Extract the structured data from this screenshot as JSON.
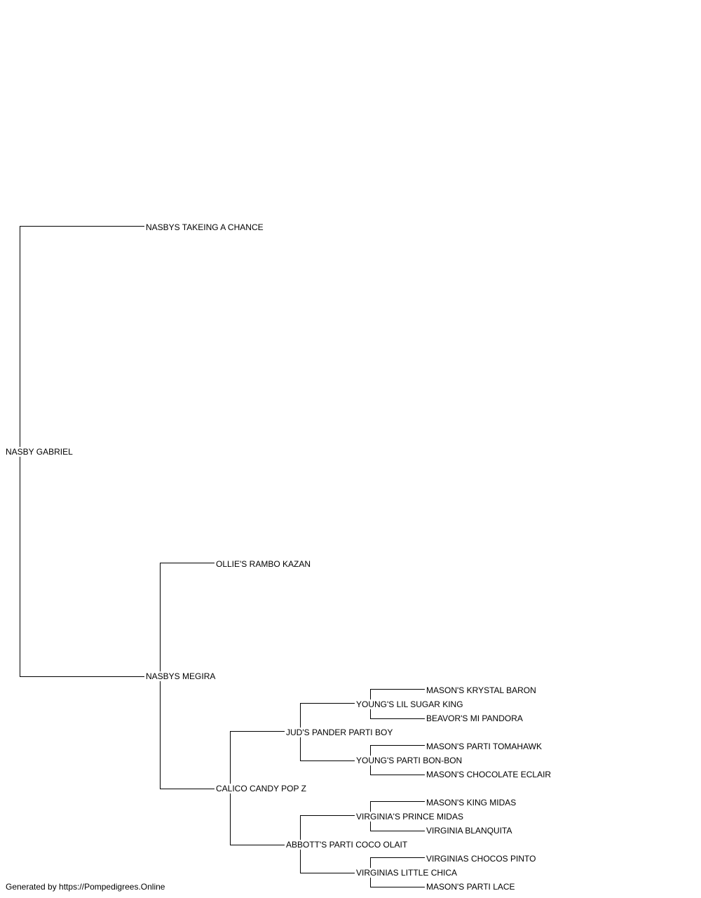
{
  "colors": {
    "line": "#000000",
    "text": "#000000",
    "background": "#ffffff"
  },
  "pedigree": {
    "root": "NASBY GABRIEL",
    "sire": "NASBYS TAKEING A CHANCE",
    "dam": "NASBYS MEGIRA",
    "dam_sire": "OLLIE'S RAMBO KAZAN",
    "dam_dam": "CALICO CANDY POP Z",
    "dd_sire": "JUD'S PANDER PARTI BOY",
    "dd_dam": "ABBOTT'S PARTI COCO OLAIT",
    "dds_sire": "YOUNG'S LIL SUGAR KING",
    "dds_dam": "YOUNG'S PARTI BON-BON",
    "ddd_sire": "VIRGINIA'S PRINCE MIDAS",
    "ddd_dam": "VIRGINIAS LITTLE CHICA",
    "ddss_sire": "MASON'S KRYSTAL BARON",
    "ddss_dam": "BEAVOR'S MI PANDORA",
    "ddsd_sire": "MASON'S PARTI TOMAHAWK",
    "ddsd_dam": "MASON'S CHOCOLATE ECLAIR",
    "ddds_sire": "MASON'S KING MIDAS",
    "ddds_dam": "VIRGINIA BLANQUITA",
    "dddd_sire": "VIRGINIAS CHOCOS PINTO",
    "dddd_dam": "MASON'S PARTI LACE"
  },
  "footer": {
    "text": "Generated by https://Pompedigrees.Online"
  }
}
